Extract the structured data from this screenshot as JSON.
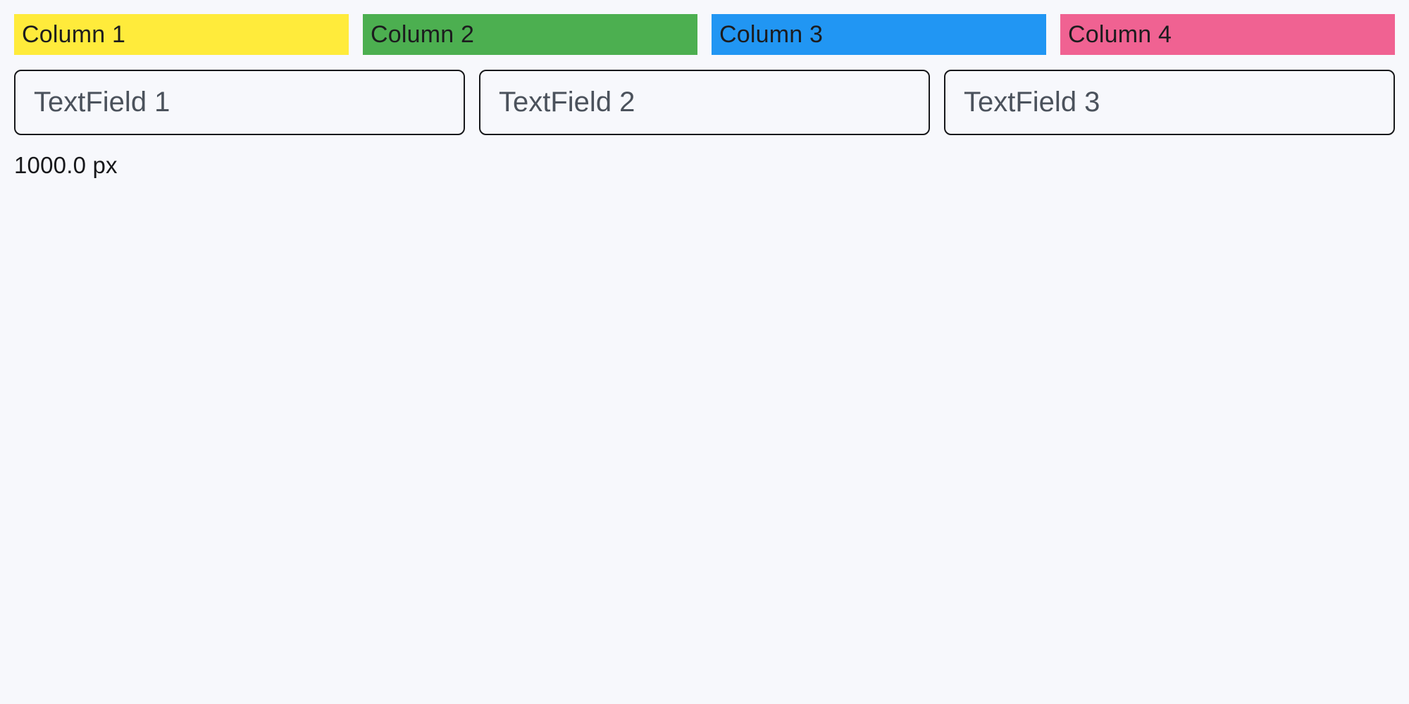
{
  "page": {
    "background_color": "#F7F8FC",
    "size_label": "1000.0 px"
  },
  "columns": [
    {
      "label": "Column 1",
      "color": "#FFEB3B"
    },
    {
      "label": "Column 2",
      "color": "#4CAF50"
    },
    {
      "label": "Column 3",
      "color": "#2196F3"
    },
    {
      "label": "Column 4",
      "color": "#F06292"
    }
  ],
  "text_fields": [
    {
      "placeholder": "TextField 1",
      "value": ""
    },
    {
      "placeholder": "TextField 2",
      "value": ""
    },
    {
      "placeholder": "TextField 3",
      "value": ""
    }
  ]
}
